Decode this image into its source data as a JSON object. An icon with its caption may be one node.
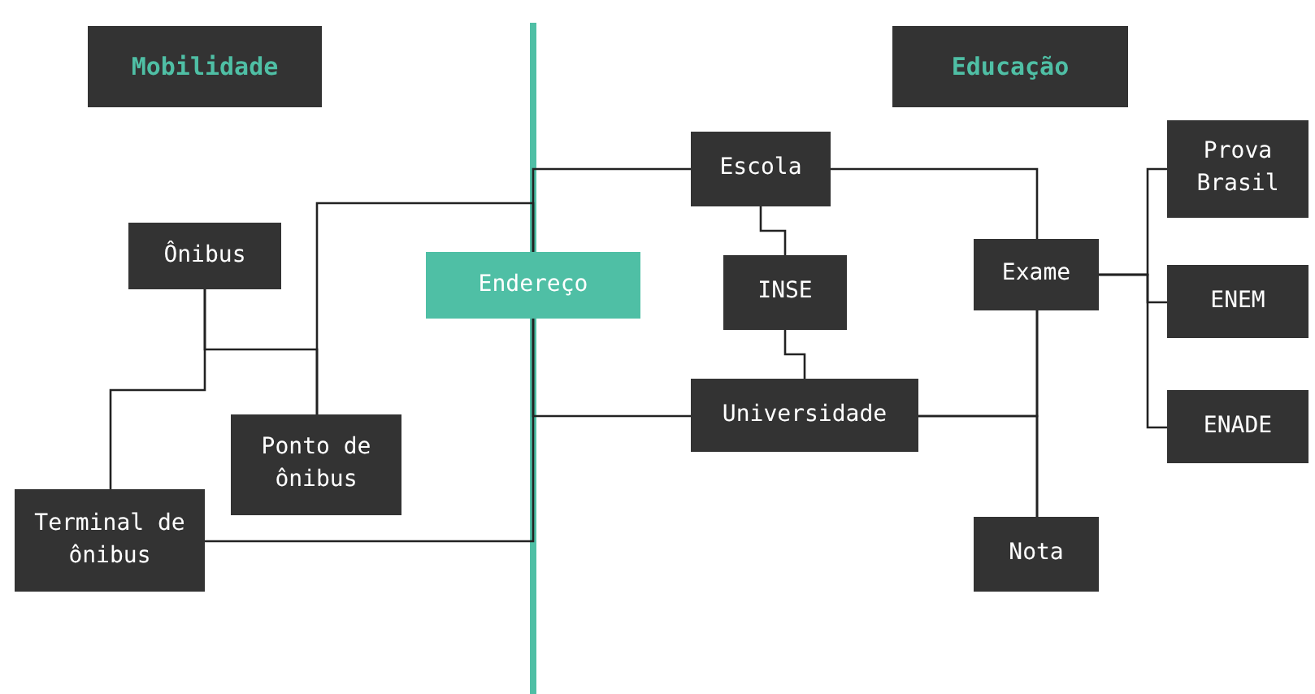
{
  "diagram": {
    "nodes": [
      {
        "text": [
          "Mobilidade"
        ]
      },
      {
        "text": [
          "Educação"
        ]
      },
      {
        "text": [
          "Ônibus"
        ]
      },
      {
        "text": [
          "Ponto de ônibus"
        ]
      },
      {
        "text": [
          "Terminal de ônibus"
        ]
      },
      {
        "text": [
          "Endereço"
        ]
      },
      {
        "text": [
          "Escola"
        ]
      },
      {
        "text": [
          "INSE"
        ]
      },
      {
        "text": [
          "Exame"
        ]
      },
      {
        "text": [
          "Universidade"
        ]
      },
      {
        "text": [
          "Prova Brasil"
        ]
      },
      {
        "text": [
          "ENEM"
        ]
      },
      {
        "text": [
          "ENADE"
        ]
      },
      {
        "text": [
          "Nota"
        ]
      }
    ],
    "edges": [
      {
        "from": 2,
        "to": 3,
        "arrow": "none"
      },
      {
        "from": 2,
        "to": 4,
        "arrow": "none"
      },
      {
        "from": 5,
        "to": 3,
        "arrow": "none"
      },
      {
        "from": 5,
        "to": 4,
        "arrow": "none"
      },
      {
        "from": 5,
        "to": 6,
        "arrow": "none"
      },
      {
        "from": 5,
        "to": 9,
        "arrow": "none"
      },
      {
        "from": 6,
        "to": 7,
        "arrow": "none"
      },
      {
        "from": 7,
        "to": 9,
        "arrow": "none"
      },
      {
        "from": 6,
        "to": 8,
        "arrow": "none"
      },
      {
        "from": 8,
        "to": 13,
        "arrow": "none"
      },
      {
        "from": 9,
        "to": 8,
        "arrow": "none"
      },
      {
        "from": 9,
        "to": 13,
        "arrow": "none"
      },
      {
        "from": 8,
        "to": 10,
        "arrow": "none"
      },
      {
        "from": 8,
        "to": 11,
        "arrow": "none"
      },
      {
        "from": 8,
        "to": 12,
        "arrow": "none"
      }
    ]
  }
}
